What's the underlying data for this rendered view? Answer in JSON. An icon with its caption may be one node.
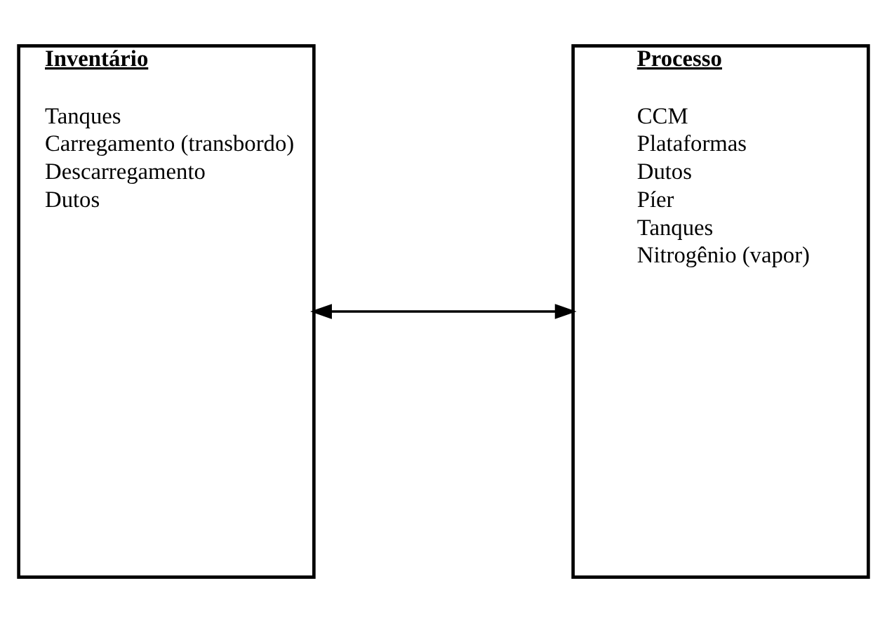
{
  "diagram": {
    "nodes": [
      {
        "text": [
          "Inventário",
          "Tanques",
          "Carregamento (transbordo)",
          "Descarregamento",
          "Dutos"
        ]
      },
      {
        "text": [
          "Processo",
          "CCM",
          "Plataformas",
          "Dutos",
          "Píer",
          "Tanques",
          "Nitrogênio (vapor)"
        ]
      }
    ],
    "edges": [
      {
        "from": 0,
        "to": 1,
        "arrow": "both"
      }
    ]
  }
}
